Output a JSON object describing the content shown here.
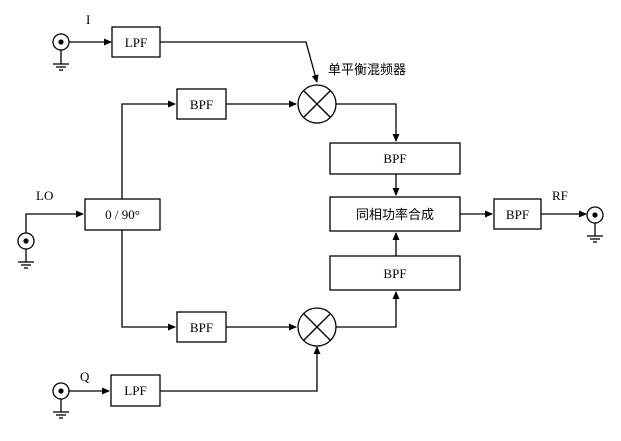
{
  "diagram": {
    "labels": {
      "i": "I",
      "q": "Q",
      "lo": "LO",
      "rf": "RF",
      "mixer_note": "单平衡混频器"
    },
    "blocks": {
      "lpf_i": "LPF",
      "lpf_q": "LPF",
      "bpf_lo_top": "BPF",
      "bpf_lo_bottom": "BPF",
      "phase_splitter": "0 / 90°",
      "bpf_mix_top": "BPF",
      "bpf_mix_bottom": "BPF",
      "combiner": "同相功率合成",
      "bpf_out": "BPF"
    },
    "colors": {
      "line": "#000000",
      "background": "#ffffff"
    }
  }
}
